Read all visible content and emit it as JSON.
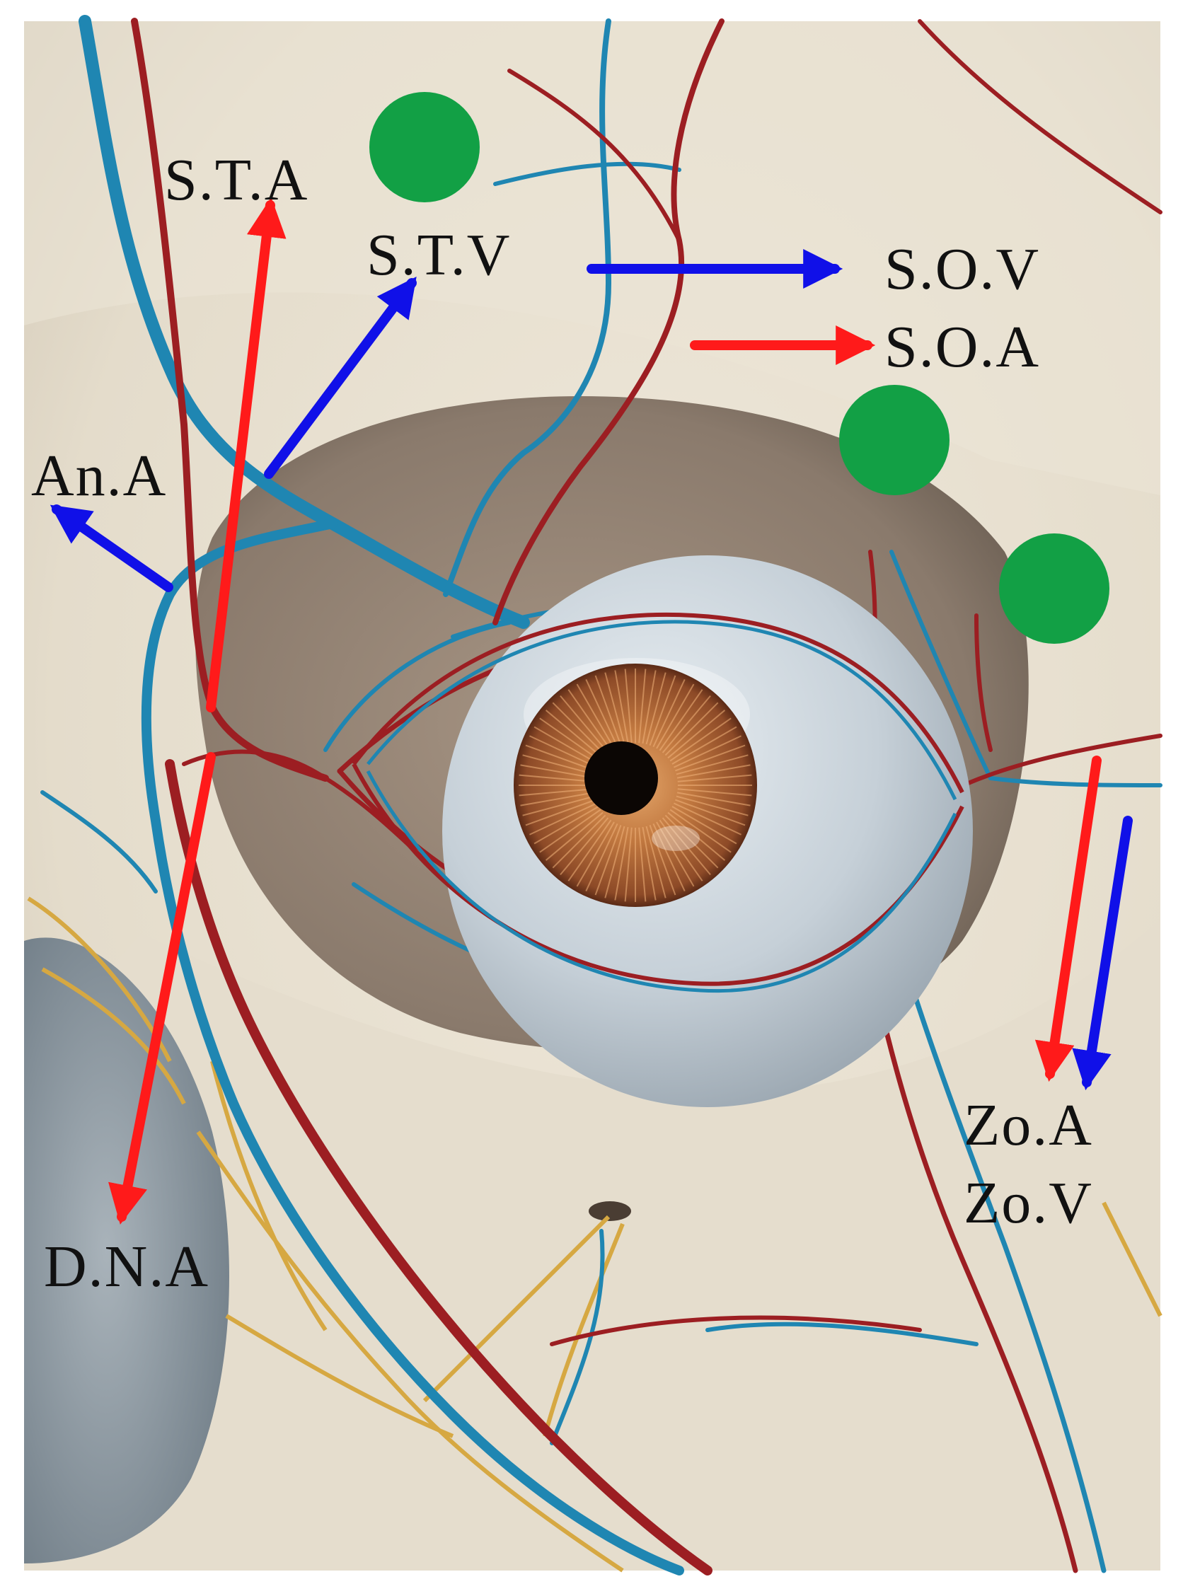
{
  "figure": {
    "labels": {
      "sta": "S.T.A",
      "stv": "S.T.V",
      "sov": "S.O.V",
      "soa": "S.O.A",
      "ana": "An.A",
      "zoa": "Zo.A",
      "zov": "Zo.V",
      "dna": "D.N.A"
    },
    "colors": {
      "artery_arrow": "#ff1a1a",
      "vein_arrow": "#1010e8",
      "marker": "#12a045",
      "artery_vessel": "#9c1e22",
      "vein_vessel": "#1f86b2",
      "nerve": "#d6a842",
      "bone": "#e9e1d2",
      "orbit_shadow": "#8e7e70",
      "eyeball": "#c9d2d9",
      "iris": "#b86a3a",
      "pupil": "#0b0604",
      "nose_cartilage": "#8c99a2"
    },
    "markers": [
      {
        "name": "upper-marker-1"
      },
      {
        "name": "upper-marker-2"
      },
      {
        "name": "lateral-marker"
      }
    ]
  }
}
